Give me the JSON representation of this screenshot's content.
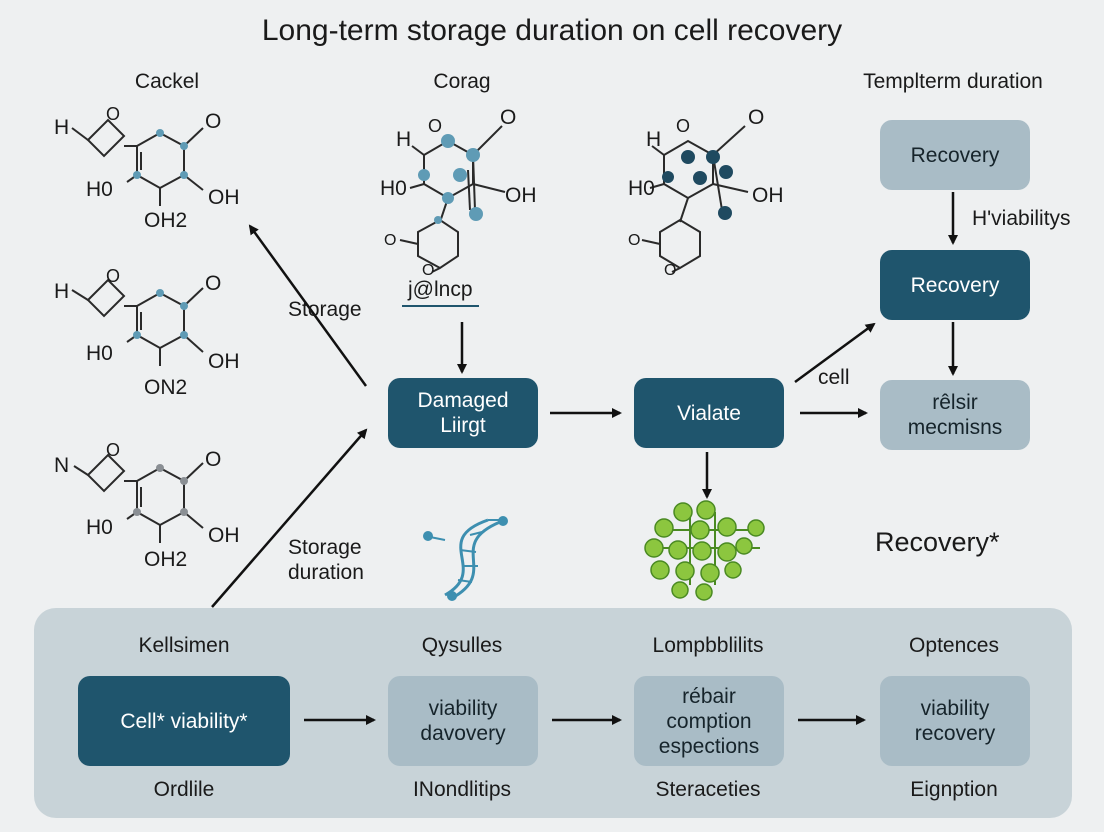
{
  "title": "Long-term storage duration on cell recovery",
  "column_headers": {
    "left": "Cackel",
    "middle": "Corag",
    "right": "Templterm duration"
  },
  "molecules": [
    {
      "atoms": {
        "top_left": "H",
        "ring_o": "O",
        "top_right": "O",
        "mid_left": "H0",
        "mid_right": "OH",
        "bottom": "OH2"
      }
    },
    {
      "atoms": {
        "top_left": "H",
        "ring_o": "O",
        "top_right": "O",
        "mid_left": "H0",
        "mid_right": "OH",
        "bottom": "ON2"
      }
    },
    {
      "atoms": {
        "top_left": "N",
        "ring_o": "O",
        "top_right": "O",
        "mid_left": "H0",
        "mid_right": "OH",
        "bottom": "OH2"
      }
    },
    {
      "atoms": {
        "top_left": "H",
        "top_o1": "O",
        "top_right": "O",
        "mid_left": "H0",
        "mid_right": "OH",
        "ring_o": "O",
        "ring_o2": "O"
      },
      "label": "j@lncp"
    },
    {
      "atoms": {
        "top_left": "H",
        "top_o1": "O",
        "top_right": "O",
        "mid_left": "H0",
        "mid_right": "OH",
        "ring_o": "O",
        "ring_o2": "O"
      }
    }
  ],
  "edge_labels": {
    "storage_top": "Storage",
    "storage_bottom": "Storage\nduration",
    "cell": "cell",
    "viabilitys": "H'viabilitys"
  },
  "boxes": {
    "damaged": "Damaged\nLiirgt",
    "violate": "Vialate",
    "right_recovery_1": "Recovery",
    "right_recovery_2": "Recovery",
    "repair": "rêlsir\nmecmisns"
  },
  "recovery_star": "Recovery*",
  "panel": {
    "columns": [
      {
        "header": "Kellsimen",
        "box": "Cell* viability*",
        "footer": "Ordlile",
        "style": "dark"
      },
      {
        "header": "Qysulles",
        "box": "viability\ndavovery",
        "footer": "INondlitips",
        "style": "light"
      },
      {
        "header": "Lompbblilits",
        "box": "rébair\ncomption\nespections",
        "footer": "Steraceties",
        "style": "light"
      },
      {
        "header": "Optences",
        "box": "viability\nrecovery",
        "footer": "Eignption",
        "style": "light"
      }
    ]
  },
  "colors": {
    "dark_box": "#1f556d",
    "light_box": "#a9bcc6",
    "panel": "#c8d3d8",
    "background": "#eef0f1",
    "node_blue": "#5f9bb5",
    "node_dark": "#1f4a60",
    "node_green": "#8cc63f",
    "dna": "#3d8fb0"
  }
}
